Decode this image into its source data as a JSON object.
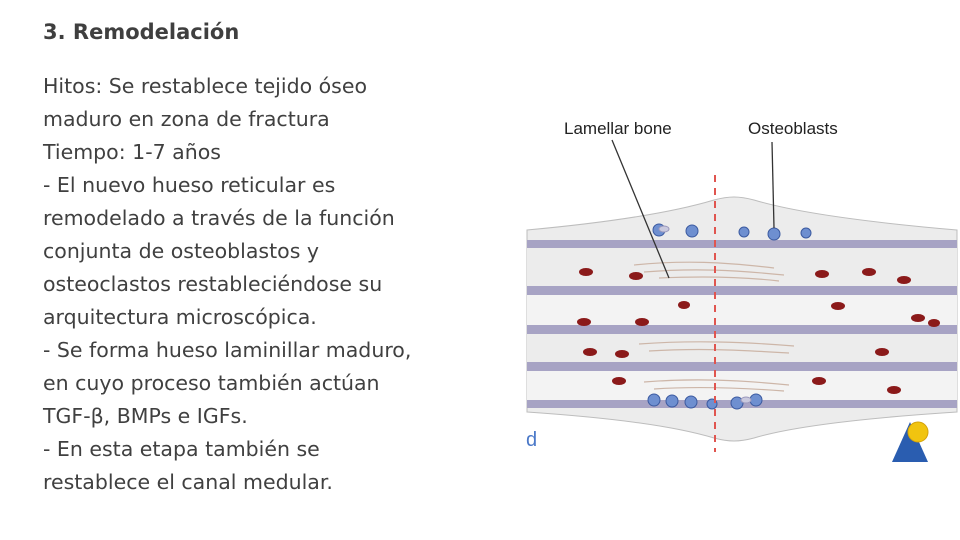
{
  "title": "3. Remodelación",
  "lines": [
    "Hitos: Se restablece tejido óseo",
    "maduro en zona de fractura",
    "Tiempo: 1-7 años",
    "- El nuevo hueso reticular es",
    "remodelado a través de la función",
    "conjunta de osteoblastos y",
    "osteoclastos restableciéndose su",
    "arquitectura microscópica.",
    "- Se forma hueso laminillar maduro,",
    "en cuyo proceso también actúan",
    "TGF-β, BMPs e IGFs.",
    "- En esta etapa también se",
    "restablece el canal medular."
  ],
  "figure": {
    "label_lamellar": "Lamellar bone",
    "label_osteoblasts": "Osteoblasts",
    "panel_letter": "d",
    "colors": {
      "bone": "#d9d9d9",
      "band": "#a7a3c4",
      "cell": "#8b1a1a",
      "osteoblast": "#6e8fd0",
      "fracture_line": "#e0554f"
    }
  }
}
